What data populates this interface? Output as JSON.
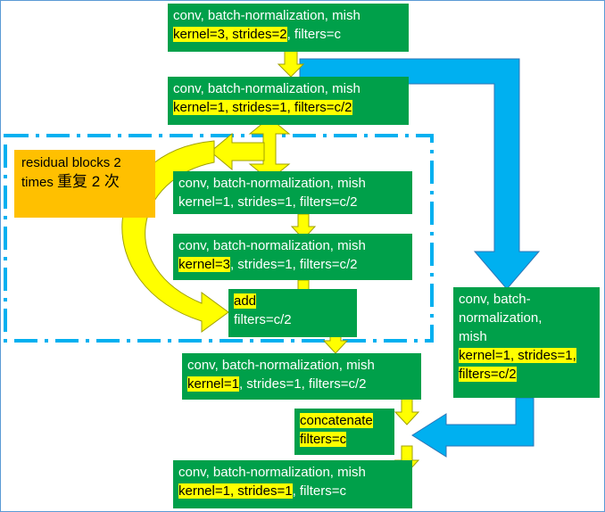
{
  "colors": {
    "box_green": "#00a04a",
    "highlight": "#ffff00",
    "arrow_yellow": "#ffff00",
    "arrow_blue": "#00b0f0",
    "dash_blue": "#00b0f0",
    "orange": "#ffc000"
  },
  "boxes": {
    "b1": {
      "l1": "conv, batch-normalization, mish",
      "l2a": "kernel=3, strides=2",
      "l2b": ", filters=c"
    },
    "b2": {
      "l1": "conv, batch-normalization, mish",
      "l2a": "kernel=1, strides=1, filters=c/2"
    },
    "b3": {
      "l1": "conv, batch-normalization, mish",
      "l2a": "kernel=1, strides=1, filters=c/2"
    },
    "b4": {
      "l1": "conv, batch-normalization, mish",
      "l2a": "kernel=3",
      "l2b": ", strides=1, filters=c/2"
    },
    "b5": {
      "l1": "add",
      "l2": "filters=c/2"
    },
    "b6": {
      "l1": "conv, batch-normalization, mish",
      "l2a": "kernel=1",
      "l2b": ", strides=1, filters=c/2"
    },
    "b7": {
      "l1": "concatenate",
      "l2": "filters=c"
    },
    "b8": {
      "l1": "conv, batch-normalization, mish",
      "l2a": "kernel=1, strides=1",
      "l2b": ", filters=c"
    },
    "b9": {
      "l1": "conv, batch-",
      "l2": "normalization,",
      "l3": "mish",
      "l4": "kernel=1, strides=1,",
      "l5": "filters=c/2"
    }
  },
  "residual": {
    "l1": "residual blocks",
    "l2": "2 times",
    "l3": "重复 2 次"
  }
}
